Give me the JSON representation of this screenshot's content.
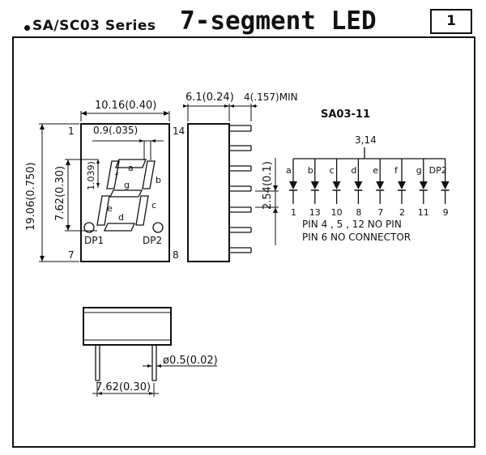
{
  "header": {
    "series_label": "SA/SC03  Series",
    "title": "7-segment LED",
    "page_number": "1"
  },
  "front_view": {
    "width_dim": "10.16(0.40)",
    "height_dim": "19.06(0.750)",
    "digit_height_dim": "7.62(0.30)",
    "segment_width_dim": "0.9(.035)",
    "segment_length_dim": "1.039)",
    "pin_top_left": "1",
    "pin_top_right": "14",
    "pin_bottom_left": "7",
    "pin_bottom_right": "8",
    "dp1_label": "DP1",
    "dp2_label": "DP2",
    "segments": [
      "a",
      "b",
      "c",
      "d",
      "e",
      "f",
      "g"
    ]
  },
  "side_view": {
    "body_dim": "6.1(0.24)",
    "pin_length_dim": "4(.157)MIN",
    "pitch_dim": "2.54(0.1)"
  },
  "bottom_view": {
    "pin_diameter_dim": "ø0.5(0.02)",
    "row_spacing_dim": "7.62(0.30)"
  },
  "circuit": {
    "model": "SA03-11",
    "common_pins": "3,14",
    "segment_labels": [
      "a",
      "b",
      "c",
      "d",
      "e",
      "f",
      "g",
      "DP2"
    ],
    "pin_numbers": [
      "1",
      "13",
      "10",
      "8",
      "7",
      "2",
      "11",
      "9"
    ],
    "note1": "PIN 4 , 5 , 12 NO PIN",
    "note2": "PIN 6 NO CONNECTOR"
  }
}
